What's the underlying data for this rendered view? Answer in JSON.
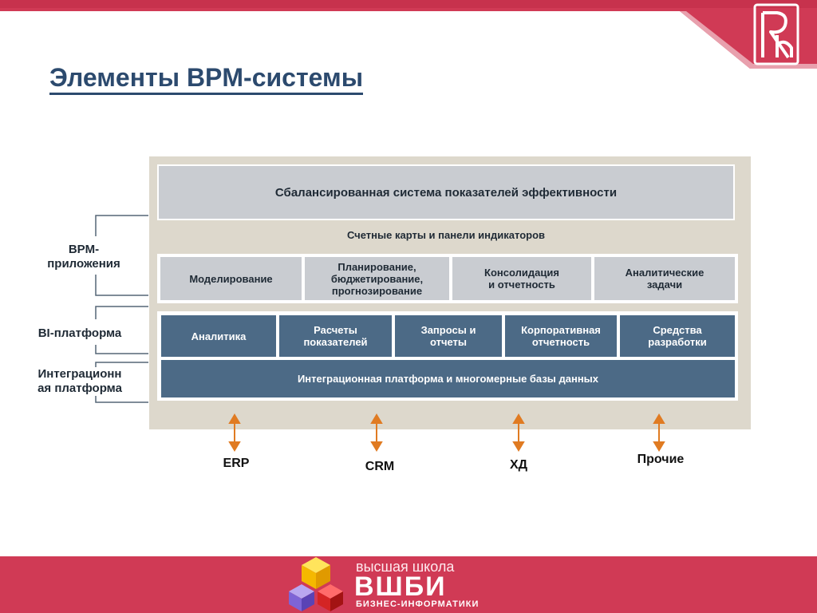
{
  "title": "Элементы BPM-системы",
  "diagram": {
    "top_box": "Сбалансированная система показателей эффективности",
    "scorecards_label": "Счетные карты и панели индикаторов",
    "apps": [
      "Моделирование",
      "Планирование,\nбюджетирование,\nпрогнозирование",
      "Консолидация\nи отчетность",
      "Аналитические\nзадачи"
    ],
    "bi": [
      "Аналитика",
      "Расчеты\nпоказателей",
      "Запросы и\nотчеты",
      "Корпоративная\nотчетность",
      "Средства\nразработки"
    ],
    "integration": "Интеграционная платформа и многомерные базы данных"
  },
  "side_labels": {
    "bpm": "BPM-\nприложения",
    "bi": "BI-платформа",
    "integration": "Интеграционн\nая платформа"
  },
  "external": {
    "erp": "ERP",
    "crm": "CRM",
    "dw": "ХД",
    "other": "Прочие"
  },
  "footer": {
    "school": "высшая школа",
    "brand": "ВШБИ",
    "subtitle": "БИЗНЕС-ИНФОРМАТИКИ"
  },
  "colors": {
    "accent_red": "#d03a55",
    "title_blue": "#2c4a6e",
    "dark_box": "#4c6a86",
    "light_box": "#c9ccd1",
    "panel_bg": "#ddd8cc",
    "arrow": "#e07b22"
  }
}
